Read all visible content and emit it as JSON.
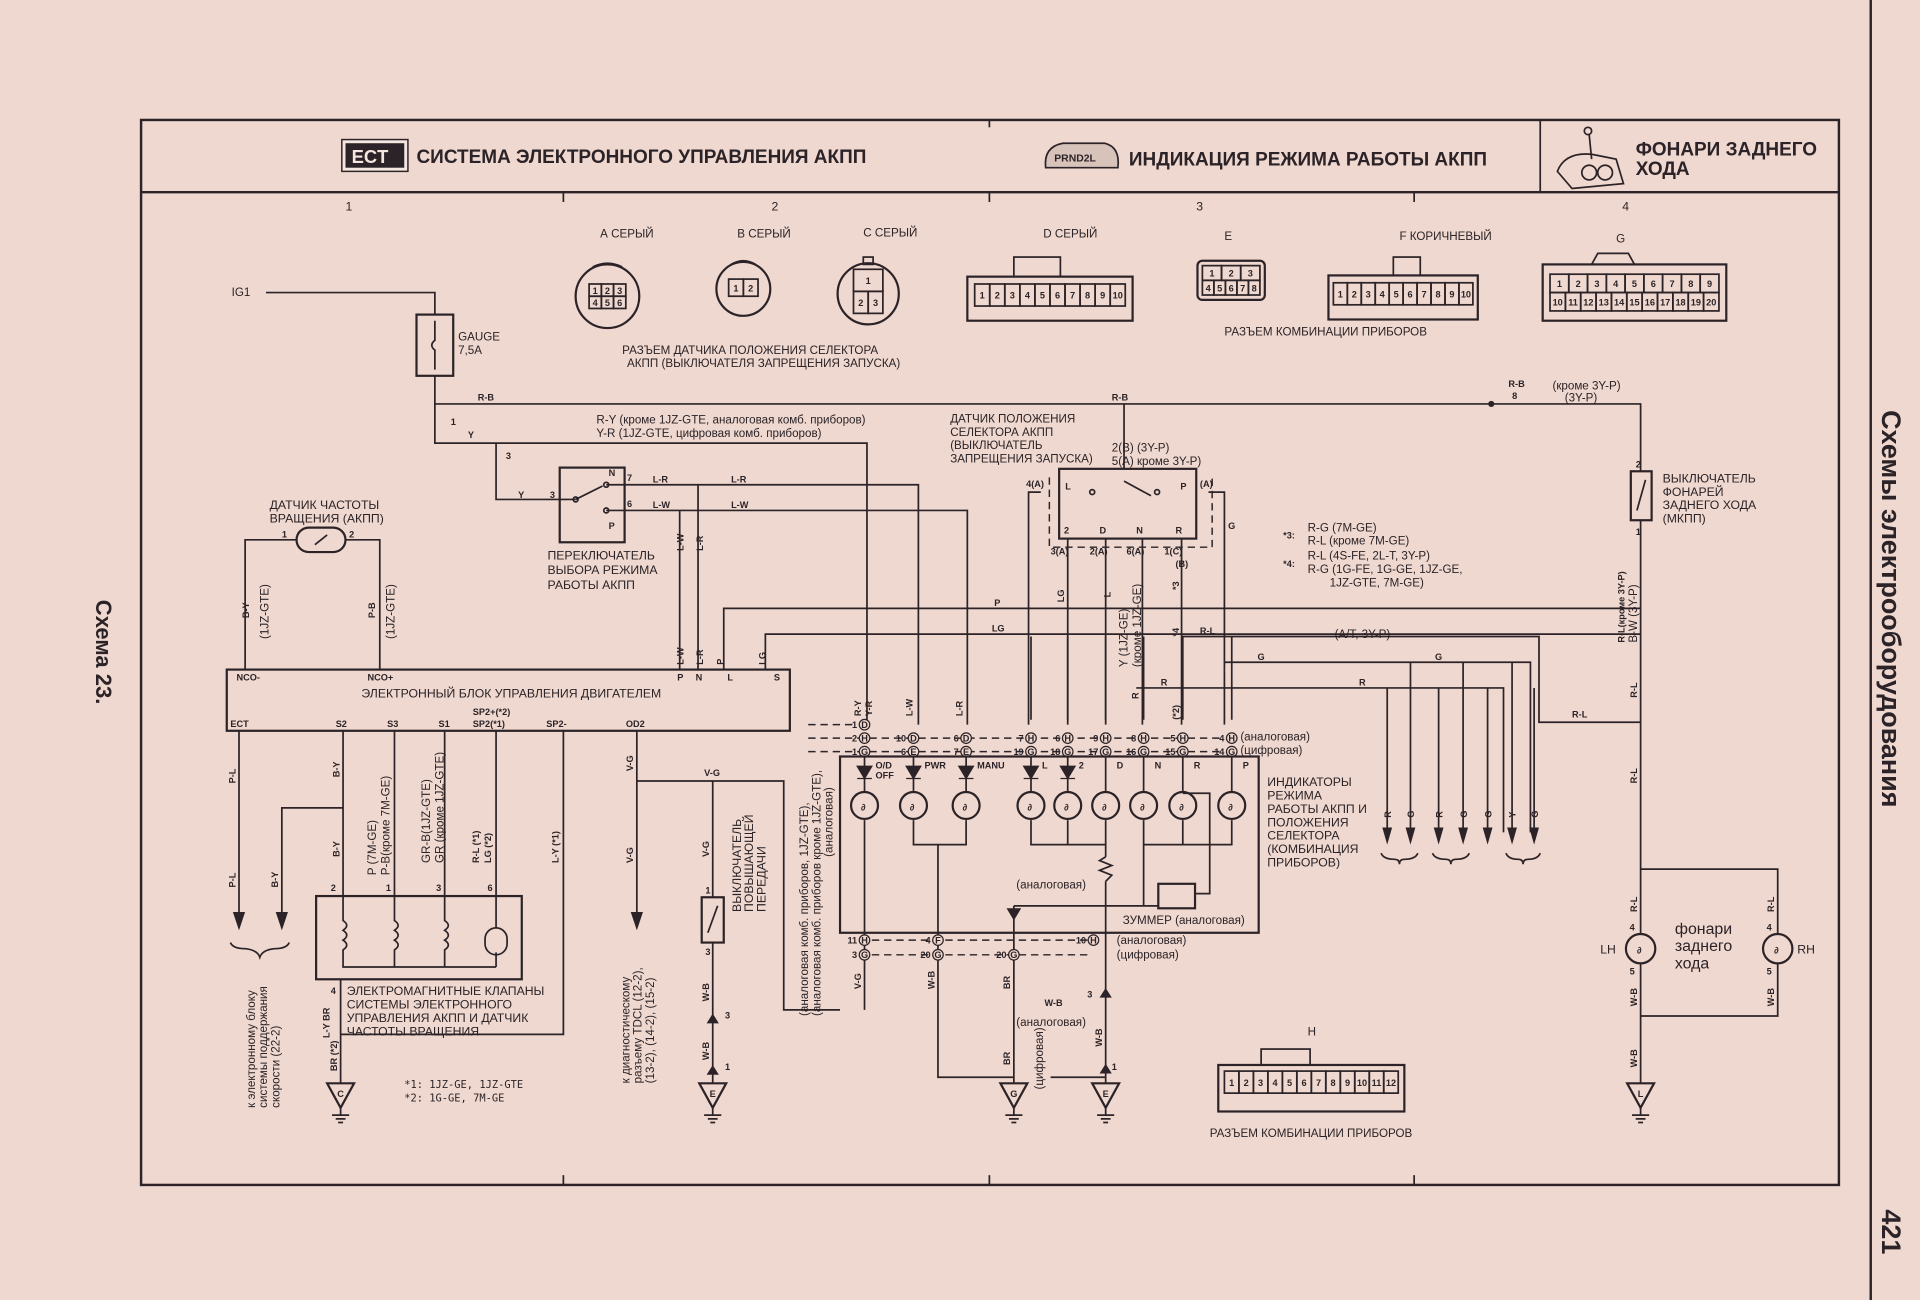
{
  "header": {
    "ect_badge": "ECT",
    "ect_title": "СИСТЕМА ЭЛЕКТРОННОГО УПРАВЛЕНИЯ АКПП",
    "prnd_badge": "PRND2L",
    "prnd_title": "ИНДИКАЦИЯ РЕЖИМА РАБОТЫ АКПП",
    "reverse_title_1": "ФОНАРИ ЗАДНЕГО",
    "reverse_title_2": "ХОДА",
    "columns": [
      "1",
      "2",
      "3",
      "4"
    ]
  },
  "side": {
    "left": "Схема 23.",
    "right": "Схемы электрооборудования",
    "page": "421"
  },
  "connectors": {
    "A": {
      "letter": "A",
      "color": "СЕРЫЙ",
      "pins": [
        [
          "1",
          "2",
          "3"
        ],
        [
          "4",
          "5",
          "6"
        ]
      ]
    },
    "B": {
      "letter": "B",
      "color": "СЕРЫЙ",
      "pins": [
        [
          "1",
          "2"
        ]
      ]
    },
    "C": {
      "letter": "C",
      "color": "СЕРЫЙ",
      "pins": [
        [
          "1"
        ],
        [
          "2",
          "3"
        ]
      ]
    },
    "D": {
      "letter": "D",
      "color": "СЕРЫЙ",
      "pins": [
        [
          "1",
          "2",
          "3",
          "4",
          "5",
          "6",
          "7",
          "8",
          "9",
          "10"
        ]
      ]
    },
    "E": {
      "letter": "E",
      "pins": [
        [
          "1",
          "2",
          "3"
        ],
        [
          "4",
          "5",
          "6",
          "7",
          "8"
        ]
      ]
    },
    "F": {
      "letter": "F",
      "color": "КОРИЧНЕВЫЙ",
      "pins": [
        [
          "1",
          "2",
          "3",
          "4",
          "5",
          "6",
          "7",
          "8",
          "9",
          "10"
        ]
      ]
    },
    "G": {
      "letter": "G",
      "pins": [
        [
          "1",
          "2",
          "3",
          "4",
          "5",
          "6",
          "7",
          "8",
          "9"
        ],
        [
          "10",
          "11",
          "12",
          "13",
          "14",
          "15",
          "16",
          "17",
          "18",
          "19",
          "20"
        ]
      ]
    },
    "H": {
      "letter": "H",
      "pins": [
        [
          "1",
          "2",
          "3",
          "4",
          "5",
          "6",
          "7",
          "8",
          "9",
          "10",
          "11",
          "12"
        ]
      ]
    },
    "selector_caption_1": "РАЗЪЕМ ДАТЧИКА ПОЛОЖЕНИЯ СЕЛЕКТОРА",
    "selector_caption_2": "АКПП (ВЫКЛЮЧАТЕЛЯ ЗАПРЕЩЕНИЯ ЗАПУСКА)",
    "combo_caption": "РАЗЪЕМ КОМБИНАЦИИ ПРИБОРОВ",
    "combo_caption_h": "РАЗЪЕМ КОМБИНАЦИИ ПРИБОРОВ"
  },
  "power": {
    "ig1": "IG1",
    "fuse_name": "GAUGE",
    "fuse_rating": "7,5A"
  },
  "wires": {
    "rb1": "R-B",
    "pin1": "1",
    "y1": "Y",
    "pin3": "3",
    "rb2": "R-B",
    "rb3": "R-B",
    "pin8": "8",
    "not3yp": "(кроме 3Y-P)",
    "is3yp": "(3Y-P)",
    "ry_note": "R-Y (кроме 1JZ-GTE, аналоговая комб. приборов)",
    "yr_note": "Y-R (1JZ-GTE, цифровая комб. приборов)",
    "y2": "Y",
    "pin3b": "3",
    "lr1": "L-R",
    "lr2": "L-R",
    "lw1": "L-W",
    "lw2": "L-W",
    "pin7": "7",
    "pin6": "6",
    "swN": "N",
    "swP": "P",
    "lw_v": "L-W",
    "lr_v": "L-R",
    "lw_v2": "L-W",
    "lr_v2": "L-R",
    "p_v": "P",
    "lg_v": "LG",
    "p_h": "P",
    "lg_h": "LG",
    "rl_h": "R-L",
    "at3yp": "(A/T, 3Y-P)",
    "g1": "G",
    "g2": "G",
    "r1": "R",
    "r2": "R",
    "ry_v": "R-Y",
    "yr_v": "Y-R",
    "lw_v3": "L-W",
    "lr_v3": "L-R",
    "rl_sw": "R-L(кроме 3Y-P)",
    "bw_sw": "B-W (3Y-P)",
    "pin2_sw": "2",
    "pin1_sw": "1",
    "rl_a": "R-L",
    "rl_b": "R-L",
    "rl_c": "R-L",
    "rl_d": "R-L",
    "rl_e": "R-L"
  },
  "speed_sensor": {
    "label_1": "ДАТЧИК ЧАСТОТЫ",
    "label_2": "ВРАЩЕНИЯ (АКПП)",
    "pin1": "1",
    "pin2": "2",
    "by": "B-Y",
    "by_note": "(1JZ-GTE)",
    "pb": "P-B",
    "pb_note": "(1JZ-GTE)"
  },
  "mode_switch": {
    "label_1": "ПЕРЕКЛЮЧАТЕЛЬ",
    "label_2": "ВЫБОРА РЕЖИМА",
    "label_3": "РАБОТЫ АКПП"
  },
  "neutral_switch": {
    "label_1": "ДАТЧИК ПОЛОЖЕНИЯ",
    "label_2": "СЕЛЕКТОРА АКПП",
    "label_3": "(ВЫКЛЮЧАТЕЛЬ",
    "label_4": "ЗАПРЕЩЕНИЯ ЗАПУСКА)",
    "note_b": "2(B) (3Y-P)",
    "note_a": "5(A) кроме 3Y-P)",
    "pos_L": "L",
    "pos_P": "P",
    "pos_2": "2",
    "pos_D": "D",
    "pos_N": "N",
    "pos_R": "R",
    "pin_l": "4(A)",
    "pin_r": "(A)",
    "pin_b1": "3(A)",
    "pin_b2": "2(A)",
    "pin_b3": "6(A)",
    "pin_b4": "1(C)",
    "pin_b5": "(B)",
    "star3": "*3",
    "star4": "*4",
    "star2": "(*2)",
    "lg": "LG",
    "l": "L",
    "g": "G",
    "r": "R",
    "y_note_1": "Y (1JZ-GE)",
    "y_note_2": "(кроме 1JZ-GE)"
  },
  "notes": {
    "n3": "*3:",
    "n3a": "R-G (7M-GE)",
    "n3b": "R-L (кроме 7M-GE)",
    "n4": "*4:",
    "n4a": "R-L (4S-FE, 2L-T, 3Y-P)",
    "n4b": "R-G (1G-FE, 1G-GE, 1JZ-GE,",
    "n4c": "1JZ-GTE, 7M-GE)",
    "f1": "*1: 1JZ-GE, 1JZ-GTE",
    "f2": "*2: 1G-GE, 7M-GE"
  },
  "reverse_switch": {
    "label_1": "ВЫКЛЮЧАТЕЛЬ",
    "label_2": "ФОНАРЕЙ",
    "label_3": "ЗАДНЕГО ХОДА",
    "label_4": "(МКПП)"
  },
  "ecu": {
    "title": "ЭЛЕКТРОННЫЙ БЛОК УПРАВЛЕНИЯ ДВИГАТЕЛЕМ",
    "top_pins": [
      "NCO-",
      "NCO+",
      "P",
      "N",
      "L",
      "S"
    ],
    "bottom_pins": [
      "ECT",
      "S2",
      "S3",
      "S1",
      "SP2(*1)",
      "SP2-",
      "OD2"
    ],
    "sp2_plus": "SP2+(*2)"
  },
  "lower_wires": {
    "pl1": "P-L",
    "pl2": "P-L",
    "by1": "B-Y",
    "by2": "B-Y",
    "by3": "B-Y",
    "p7m": "P (7M-GE)",
    "pb7m": "P-B(кроме 7M-GE)",
    "grb": "GR-B(1JZ-GTE)",
    "gr": "GR (кроме 1JZ-GTE)",
    "rl1": "R-L (*1)",
    "lg2": "LG (*2)",
    "ly1": "L-Y (*1)",
    "vg1": "V-G",
    "vg2": "V-G",
    "vg3": "V-G",
    "vg4": "V-G",
    "ly_br": "L-Y  BR",
    "br2": "BR (*2)",
    "wb1": "W-B",
    "wb2": "W-B",
    "p3": "3",
    "p1": "1",
    "sw1": "1",
    "sw3": "3"
  },
  "solenoids": {
    "pins": [
      "2",
      "1",
      "3",
      "6",
      "4"
    ],
    "label_1": "ЭЛЕКТРОМАГНИТНЫЕ КЛАПАНЫ",
    "label_2": "СИСТЕМЫ ЭЛЕКТРОННОГО",
    "label_3": "УПРАВЛЕНИЯ АКПП И ДАТЧИК",
    "label_4": "ЧАСТОТЫ ВРАЩЕНИЯ"
  },
  "cruise_note": [
    "к электронному блоку",
    "системы поддержания",
    "скорости (22-2)"
  ],
  "tdcl_note": [
    "к диагностическому",
    "разъему TDCL (12-2),",
    "(13-2), (14-2), (15-2)"
  ],
  "od_switch": [
    "ВЫКЛЮЧАТЕЛЬ",
    "ПОВЫШАЮЩЕЙ",
    "ПЕРЕДАЧИ"
  ],
  "cluster_notes": [
    "(аналоговая комб. приборов, 1JZ-GTE),",
    "(аналоговая комб. приборов кроме 1JZ-GTE),",
    "(аналоговая)"
  ],
  "indicator": {
    "d_row": [
      {
        "n": "1",
        "c": "D"
      }
    ],
    "h_row": [
      {
        "n": "2",
        "c": "H"
      },
      {
        "n": "10",
        "c": "D"
      },
      {
        "n": "6",
        "c": "D"
      },
      {
        "n": "7",
        "c": "H"
      },
      {
        "n": "6",
        "c": "H"
      },
      {
        "n": "9",
        "c": "H"
      },
      {
        "n": "8",
        "c": "H"
      },
      {
        "n": "5",
        "c": "H"
      },
      {
        "n": "4",
        "c": "H"
      }
    ],
    "g_row": [
      {
        "n": "1",
        "c": "G"
      },
      {
        "n": "6",
        "c": "E"
      },
      {
        "n": "7",
        "c": "E"
      },
      {
        "n": "19",
        "c": "G"
      },
      {
        "n": "18",
        "c": "G"
      },
      {
        "n": "17",
        "c": "G"
      },
      {
        "n": "16",
        "c": "G"
      },
      {
        "n": "15",
        "c": "G"
      },
      {
        "n": "14",
        "c": "G"
      }
    ],
    "analog": "(аналоговая)",
    "digital": "(цифровая)",
    "lamps": [
      "O/D OFF",
      "PWR",
      "MANU",
      "L",
      "2",
      "D",
      "N",
      "R",
      "P"
    ],
    "analog_diode": "(аналоговая)",
    "buzzer": "ЗУММЕР (аналоговая)",
    "caption": [
      "ИНДИКАТОРЫ",
      "РЕЖИМА",
      "РАБОТЫ АКПП И",
      "ПОЛОЖЕНИЯ",
      "СЕЛЕКТОРА",
      "(КОМБИНАЦИЯ",
      "ПРИБОРОВ)"
    ],
    "b_analog": [
      {
        "n": "11",
        "c": "H"
      },
      {
        "n": "4",
        "c": "F"
      },
      {
        "n": "10",
        "c": "H"
      }
    ],
    "b_digital": [
      {
        "n": "3",
        "c": "G"
      },
      {
        "n": "20",
        "c": "G"
      },
      {
        "n": "20",
        "c": "G"
      }
    ],
    "b_analog_note": "(аналоговая)",
    "b_digital_note": "(цифровая)",
    "vg": "V-G",
    "wb": "W-B",
    "br": "BR",
    "wb_h": "W-B",
    "pin3": "3",
    "gnd_analog": "(аналоговая)",
    "wb_v": "W-B",
    "br2": "BR",
    "gnd_digital": "(цифровая)",
    "pin1": "1"
  },
  "right_arrows": [
    "R",
    "G",
    "R",
    "G",
    "G",
    "Y",
    "G"
  ],
  "reverse_lamps": {
    "lh": "LH",
    "rh": "RH",
    "label_1": "фонари",
    "label_2": "заднего",
    "label_3": "хода",
    "p4a": "4",
    "p5a": "5",
    "p4b": "4",
    "p5b": "5",
    "rla": "R-L",
    "rlb": "R-L",
    "wba": "W-B",
    "wbb": "W-B",
    "wbc": "W-B"
  },
  "grounds": [
    "C",
    "E",
    "G",
    "E",
    "L"
  ]
}
